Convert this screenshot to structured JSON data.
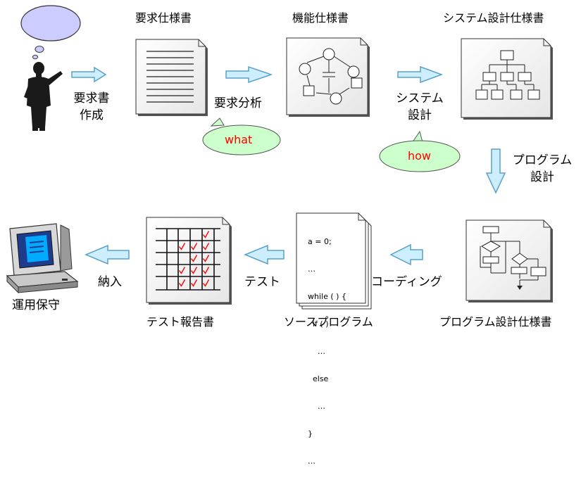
{
  "docs": {
    "requirements_spec": "要求仕様書",
    "functional_spec": "機能仕様書",
    "system_design_spec": "システム設計仕様書",
    "program_design_spec": "プログラム設計仕様書",
    "source_program": "ソースプログラム",
    "test_report": "テスト報告書"
  },
  "steps": {
    "create_requirements": [
      "要求書",
      "作成"
    ],
    "requirements_analysis": "要求分析",
    "system_design": [
      "システム",
      "設計"
    ],
    "program_design": [
      "プログラム",
      "設計"
    ],
    "coding": "コーディング",
    "test": "テスト",
    "delivery": "納入",
    "operation": "運用保守"
  },
  "callouts": {
    "what": "what",
    "how": "how"
  },
  "source_code": [
    "a = 0;",
    "…",
    "while ( ) {",
    "  if ( )",
    "    …",
    "  else",
    "    …",
    "}",
    "…"
  ],
  "colors": {
    "arrow_fill": "#cceeff",
    "arrow_stroke": "#5aa0c8",
    "pill_fill": "#ccffcc",
    "pill_text": "#ff0000",
    "cloud_fill": "#ccccff",
    "check_mark": "#ff0000"
  },
  "icons": {
    "person": "presenter-silhouette-icon",
    "computer": "computer-monitor-icon"
  }
}
